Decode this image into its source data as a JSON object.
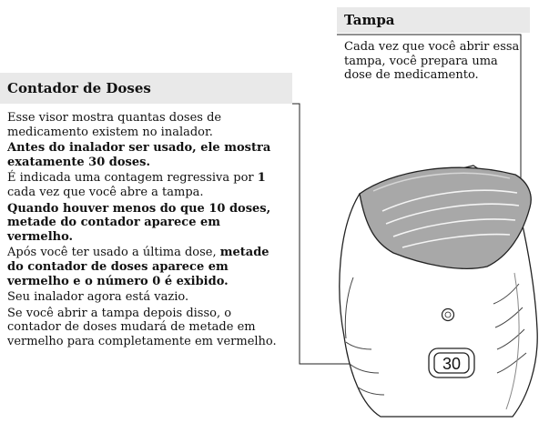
{
  "dose_counter": {
    "title": "Contador de Doses",
    "paragraphs": [
      {
        "normal": "Esse visor mostra quantas doses de medicamento existem no inalador.",
        "bold": ""
      },
      {
        "normal": "",
        "bold": "Antes do inalador ser usado, ele mostra exatamente 30 doses."
      },
      {
        "normal": "É indicada uma contagem regressiva por",
        "bold": "1",
        "normal_after": "cada vez que você abre a tampa."
      },
      {
        "normal": "",
        "bold": "Quando houver menos do que 10 doses, metade do contador aparece em vermelho."
      },
      {
        "normal": "Após você ter usado a última dose,",
        "bold": "metade do contador de doses aparece em vermelho e o número 0 é exibido."
      },
      {
        "normal": "Seu inalador agora está vazio.",
        "bold": ""
      },
      {
        "normal": "Se você abrir a tampa depois disso, o contador de doses mudará de metade em vermelho para completamente em vermelho.",
        "bold": ""
      }
    ]
  },
  "cap": {
    "title": "Tampa",
    "text": "Cada vez que você abrir essa tampa, você prepara uma dose de medicamento."
  },
  "inhaler": {
    "counter_value": "30"
  }
}
